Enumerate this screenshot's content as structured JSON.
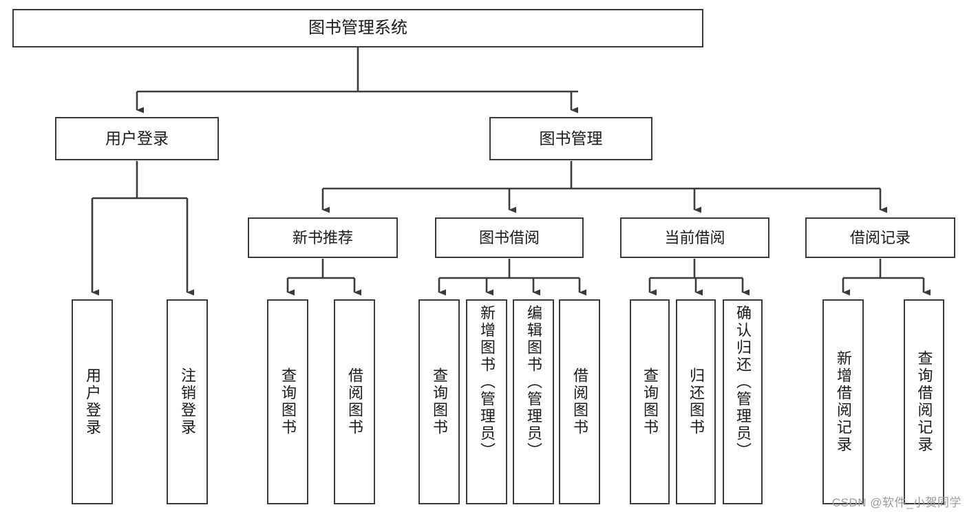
{
  "diagram": {
    "title": "图书管理系统",
    "type": "tree-hierarchy-diagram",
    "colors": {
      "box_border": "#3a3a3a",
      "box_fill": "#ffffff",
      "connector": "#3a3a3a",
      "text": "#1a1a1a",
      "watermark": "#9a9a9a",
      "background": "#ffffff"
    },
    "root": {
      "label": "图书管理系统"
    },
    "level2": [
      {
        "label": "用户登录"
      },
      {
        "label": "图书管理"
      }
    ],
    "level3": [
      {
        "label": "新书推荐"
      },
      {
        "label": "图书借阅"
      },
      {
        "label": "当前借阅"
      },
      {
        "label": "借阅记录"
      }
    ],
    "leaves": {
      "user_login": [
        {
          "label": "用户登录"
        },
        {
          "label": "注销登录"
        }
      ],
      "new_book_recommend": [
        {
          "label": "查询图书"
        },
        {
          "label": "借阅图书"
        }
      ],
      "book_borrow": [
        {
          "label": "查询图书"
        },
        {
          "label": "新增图书（管理员）"
        },
        {
          "label": "编辑图书（管理员）"
        },
        {
          "label": "借阅图书"
        }
      ],
      "current_borrow": [
        {
          "label": "查询图书"
        },
        {
          "label": "归还图书"
        },
        {
          "label": "确认归还（管理员）"
        }
      ],
      "borrow_record": [
        {
          "label": "新增借阅记录"
        },
        {
          "label": "查询借阅记录"
        }
      ]
    }
  },
  "watermark": {
    "text": "CSDN @软件_小贺同学"
  }
}
